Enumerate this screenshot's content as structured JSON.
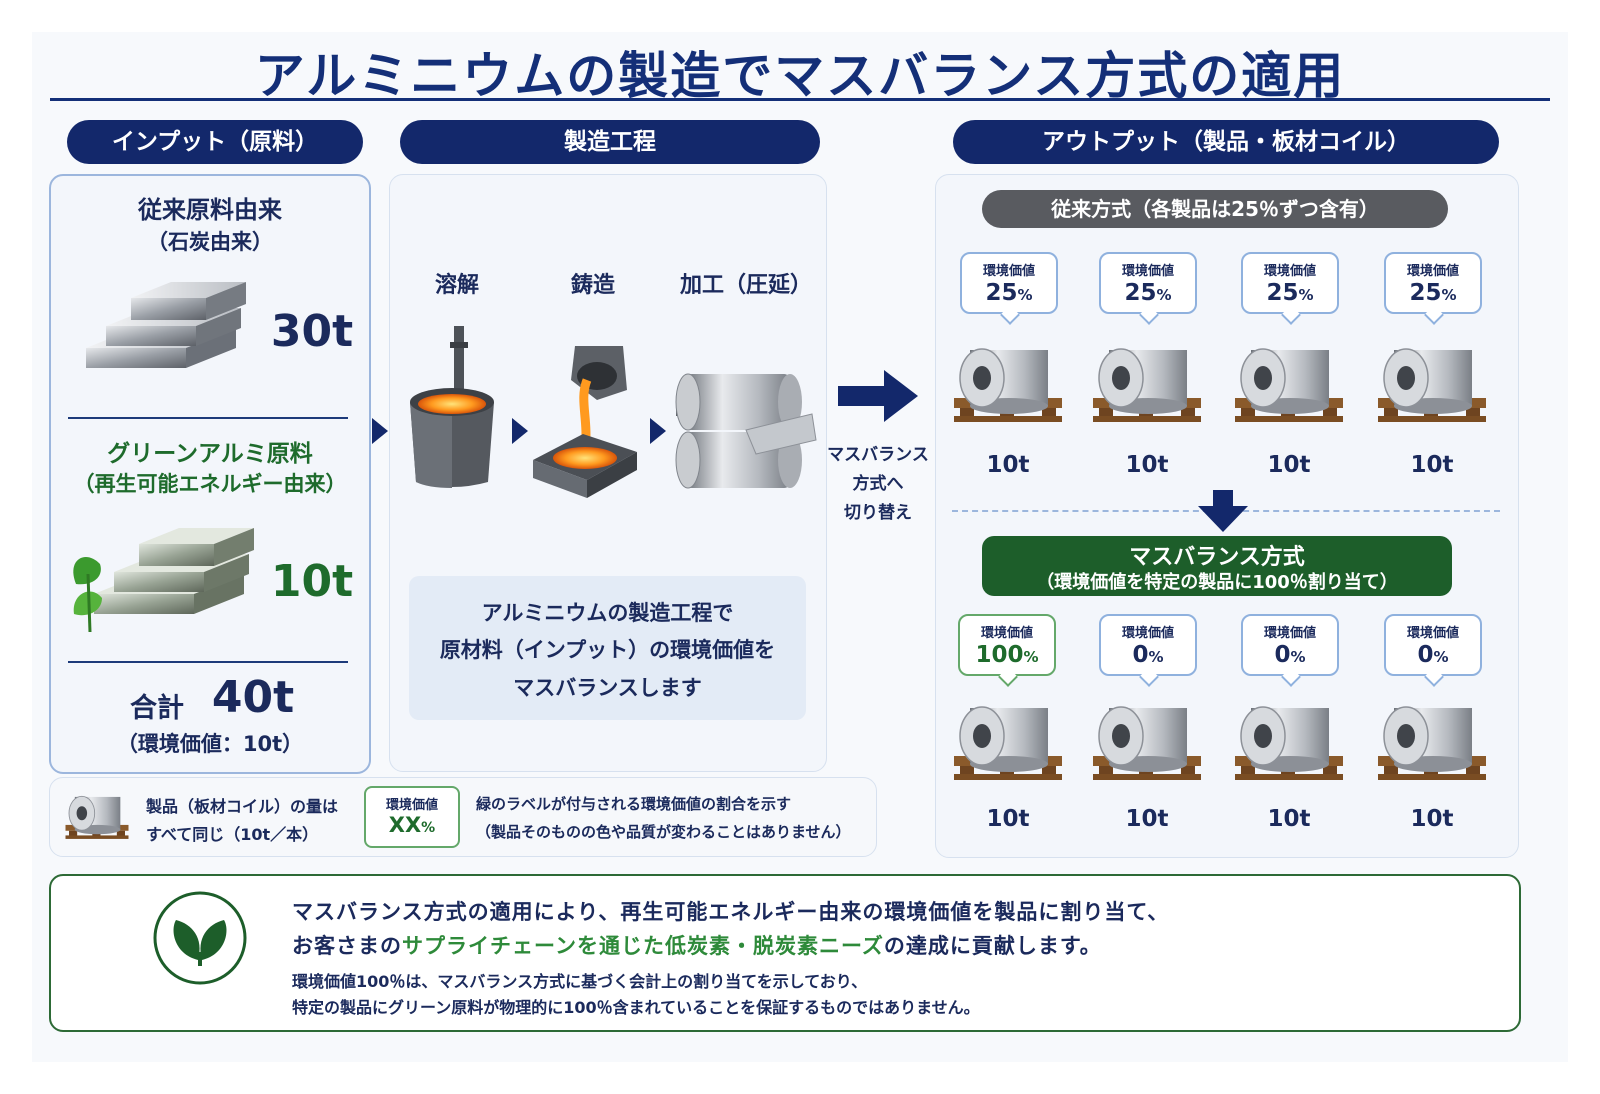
{
  "title": "アルミニウムの製造でマスバランス方式の適用",
  "headers": {
    "input": "インプット（原料）",
    "process": "製造工程",
    "output": "アウトプット（製品・板材コイル）"
  },
  "input": {
    "conventional_label": "従来原料由来",
    "conventional_sub": "（石炭由来）",
    "conventional_amount": "30t",
    "green_label": "グリーンアルミ原料",
    "green_sub": "（再生可能エネルギー由来）",
    "green_amount": "10t",
    "total_label": "合計",
    "total_amount": "40t",
    "total_note": "（環境価値：10t）"
  },
  "process": {
    "steps": [
      "溶解",
      "鋳造",
      "加工（圧延）"
    ],
    "note_lines": [
      "アルミニウムの製造工程で",
      "原材料（インプット）の環境価値を",
      "マスバランスします"
    ]
  },
  "switch_label": [
    "マスバランス",
    "方式へ",
    "切り替え"
  ],
  "output": {
    "conventional_header": "従来方式（各製品は25％ずつ含有）",
    "massbalance_title": "マスバランス方式",
    "massbalance_sub": "（環境価値を特定の製品に100％割り当て）",
    "value_label": "環境価値",
    "conventional_values": [
      "25",
      "25",
      "25",
      "25"
    ],
    "massbalance_values": [
      "100",
      "0",
      "0",
      "0"
    ],
    "percent_unit": "%",
    "amounts": [
      "10t",
      "10t",
      "10t",
      "10t"
    ]
  },
  "legend": {
    "coil_text_1": "製品（板材コイル）の量は",
    "coil_text_2": "すべて同じ（10t／本）",
    "badge_label": "環境価値",
    "badge_value": "XX",
    "badge_unit": "%",
    "note_1": "緑のラベルが付与される環境価値の割合を示す",
    "note_2": "（製品そのものの色や品質が変わることはありません）"
  },
  "footer": {
    "line1": "マスバランス方式の適用により、再生可能エネルギー由来の環境価値を製品に割り当て、",
    "line2_pre": "お客さまの",
    "line2_highlight": "サプライチェーンを通じた低炭素・脱炭素ニーズ",
    "line2_post": "の達成に貢献します。",
    "note1": "環境価値100％は、マスバランス方式に基づく会計上の割り当てを示しており、",
    "note2": "特定の製品にグリーン原料が物理的に100％含まれていることを保証するものではありません。"
  },
  "colors": {
    "navy": "#13286b",
    "green": "#1e6b2c",
    "panel_border": "#9cb6dd"
  }
}
